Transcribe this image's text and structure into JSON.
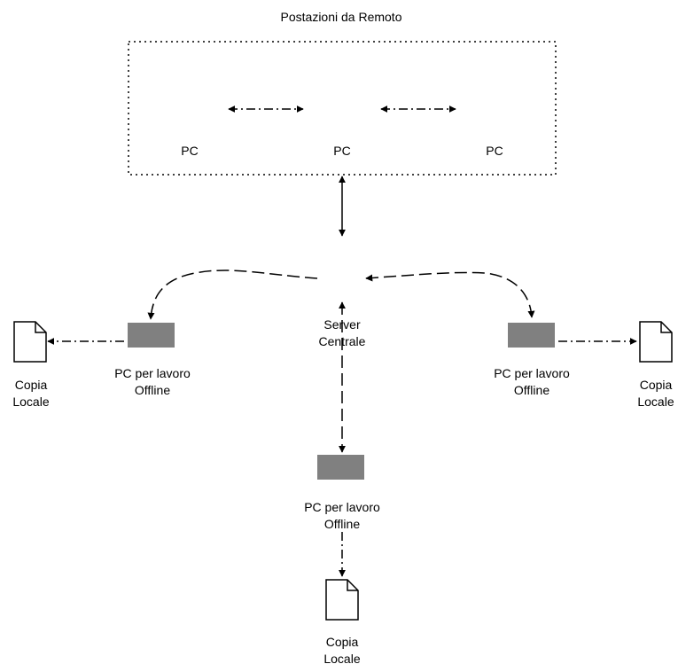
{
  "title": "Postazioni da Remoto",
  "remote_pcs": [
    "PC",
    "PC",
    "PC"
  ],
  "server": {
    "line1": "Server",
    "line2": "Centrale"
  },
  "offline_pc": {
    "line1": "PC per lavoro",
    "line2": "Offline"
  },
  "local_copy": {
    "line1": "Copia",
    "line2": "Locale"
  },
  "colors": {
    "pc_block": "#808080",
    "line": "#000000",
    "background": "#ffffff"
  }
}
